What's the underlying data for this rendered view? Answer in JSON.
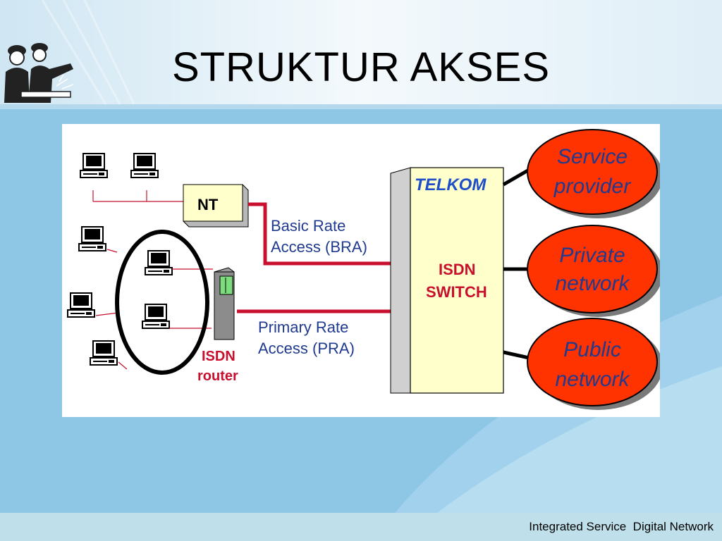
{
  "slide": {
    "title": "STRUKTUR AKSES",
    "footer": "Integrated Service  Digital Network"
  },
  "diagram": {
    "nt_label": "NT",
    "bra_line1": "Basic Rate",
    "bra_line2": "Access (BRA)",
    "pra_line1": "Primary Rate",
    "pra_line2": "Access (PRA)",
    "router_line1": "ISDN",
    "router_line2": "router",
    "switch_brand": "TELKOM",
    "switch_line1": "ISDN",
    "switch_line2": "SWITCH",
    "networks": [
      {
        "line1": "Service",
        "line2": "provider"
      },
      {
        "line1": "Private",
        "line2": "network"
      },
      {
        "line1": "Public",
        "line2": "network"
      }
    ]
  },
  "colors": {
    "link_red": "#c8102e",
    "switch_fill": "#ffffcc",
    "network_fill": "#ff3300",
    "brand_blue": "#1f4fc8",
    "text_blue": "#1f3a8f"
  }
}
